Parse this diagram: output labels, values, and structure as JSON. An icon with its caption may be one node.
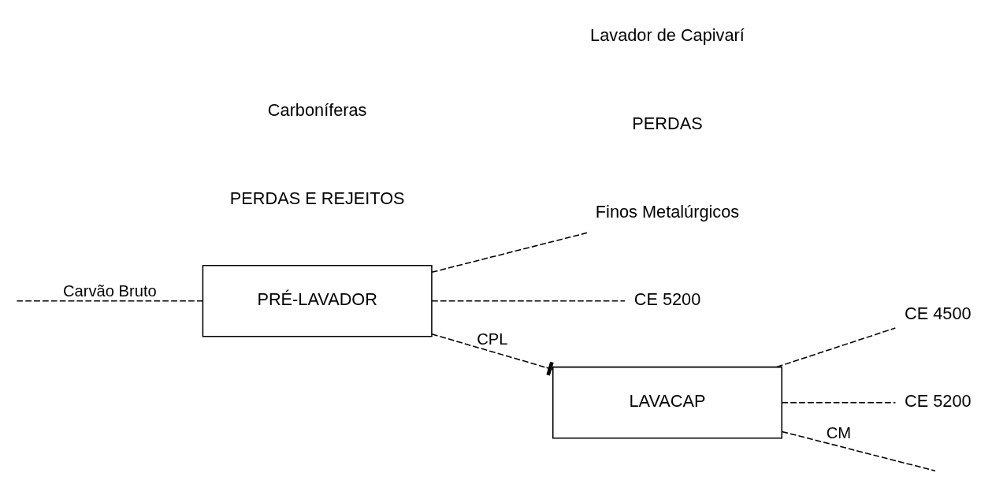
{
  "diagram": {
    "nodes": [
      {
        "text": [
          "Finos Metalúrgicos"
        ]
      },
      {
        "text": [
          "CE 5200"
        ]
      },
      {
        "text": [
          "CE 4500"
        ]
      },
      {
        "text": [
          "CE 5200"
        ]
      },
      {
        "text": [
          "PRÉ-LAVADOR"
        ]
      },
      {
        "text": [
          "LAVACAP"
        ]
      }
    ],
    "edges": [
      {
        "from": null,
        "to": 4,
        "arrow": "none",
        "label": "Carvão Bruto",
        "style": "dashed"
      },
      {
        "from": 4,
        "to": 0,
        "arrow": "none",
        "style": "dashed"
      },
      {
        "from": 4,
        "to": 1,
        "arrow": "none",
        "style": "dashed"
      },
      {
        "from": 4,
        "to": 5,
        "arrow": "other",
        "label": "CPL",
        "style": "dashed"
      },
      {
        "from": 5,
        "to": 2,
        "arrow": "none",
        "style": "dashed"
      },
      {
        "from": 5,
        "to": 3,
        "arrow": "none",
        "style": "dashed"
      },
      {
        "from": 5,
        "to": null,
        "arrow": "none",
        "label": "CM",
        "style": "dashed"
      }
    ],
    "labels": [
      "PERDAS E REJEITOS",
      "PERDAS",
      "Carboníferas",
      "Lavador de Capivarí"
    ]
  }
}
